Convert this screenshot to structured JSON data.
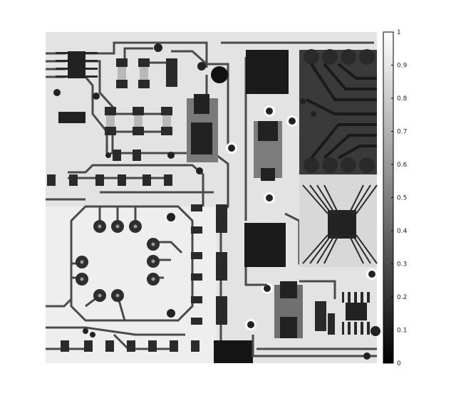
{
  "figure": {
    "description_type": "grayscale x-ray image of circuit board with colorbar"
  },
  "colorbar": {
    "ticks": [
      "0",
      "0.1",
      "0.2",
      "0.3",
      "0.4",
      "0.5",
      "0.6",
      "0.7",
      "0.8",
      "0.9",
      "1"
    ],
    "range": [
      0,
      1
    ],
    "colormap": "gray"
  },
  "colors": {
    "substrate": "#dcdcdc",
    "trace": "#4a4a4a",
    "dark_component": "#1c1c1c",
    "mid_component": "#6e6e6e"
  }
}
